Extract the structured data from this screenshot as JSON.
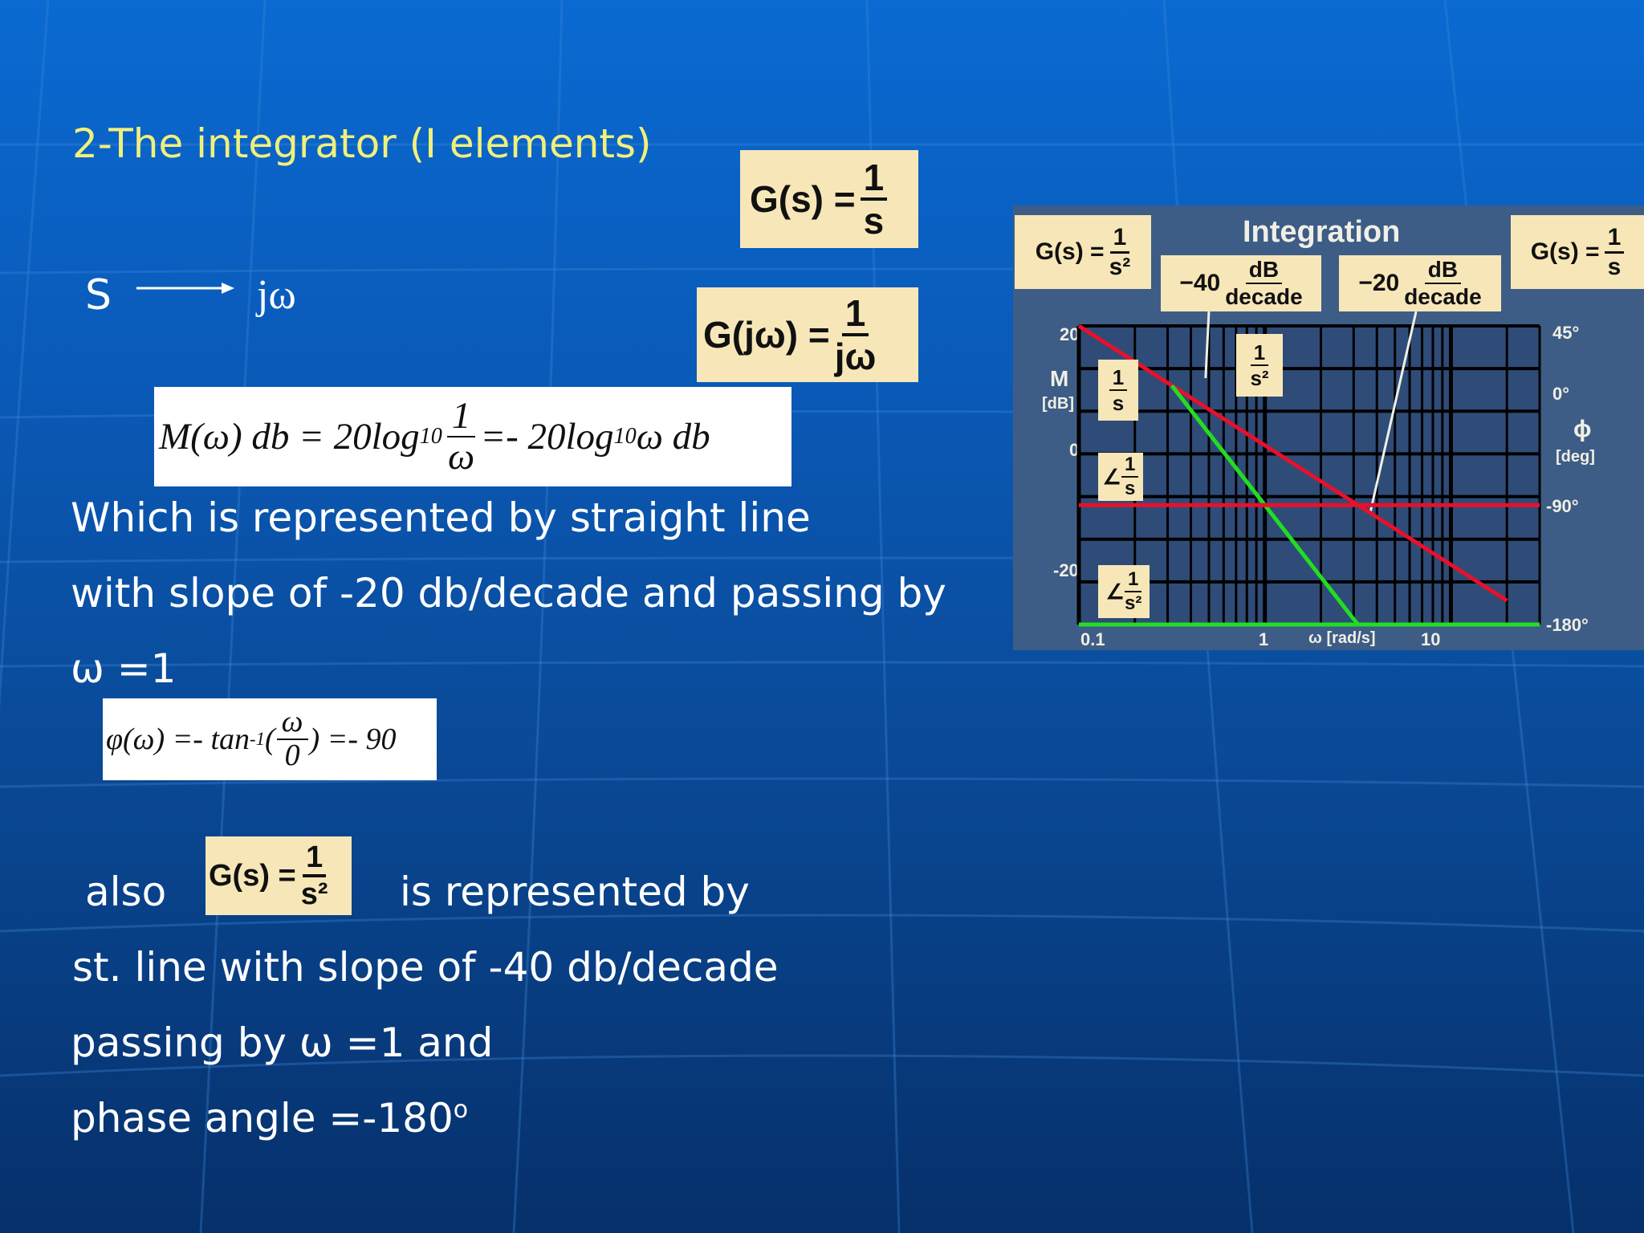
{
  "slide": {
    "title": "2-The integrator (I elements)",
    "map_s": "S",
    "map_jw": "jω",
    "gs_formula": {
      "lhs": "G(s) =",
      "num": "1",
      "den": "s"
    },
    "gjw_formula": {
      "lhs": "G(jω) =",
      "num": "1",
      "den": "jω"
    },
    "magnitude_formula": {
      "lhs": "M(ω) db = 20log",
      "sub": "10",
      "frac_num": "1",
      "frac_den": "ω",
      "mid": " =- 20log",
      "sub2": "10",
      "rhs": " ω  db"
    },
    "line1": "Which  is represented by straight line",
    "line2": "with slope of -20 db/decade and passing by",
    "line3": "ω =1",
    "phase_formula": {
      "lhs": "φ(ω) =- tan",
      "sup": "-1",
      "open": "(",
      "frac_num": "ω",
      "frac_den": "0",
      "rhs": ") =- 90"
    },
    "also_word": "also",
    "gs2_formula": {
      "lhs": "G(s) =",
      "num": "1",
      "den": "s²"
    },
    "also_rest": "is represented by",
    "line4": " st. line with slope  of -40 db/decade",
    "line5": "passing by ω =1 and",
    "line6_text": "phase angle =-180",
    "line6_sup": "o"
  },
  "bode": {
    "title": "Integration",
    "left_box": {
      "lhs": "G(s) =",
      "num": "1",
      "den": "s²"
    },
    "right_box": {
      "lhs": "G(s) =",
      "num": "1",
      "den": "s"
    },
    "slope40": {
      "value": "−40",
      "num": "dB",
      "den": "decade"
    },
    "slope20": {
      "value": "−20",
      "num": "dB",
      "den": "decade"
    },
    "m_label": "M",
    "m_unit": "[dB]",
    "phi_label": "ϕ",
    "phi_unit": "[deg]",
    "mag_ticks": [
      "20",
      "0",
      "-20"
    ],
    "phase_ticks": [
      "45°",
      "0°",
      "-90°",
      "-180°"
    ],
    "x_ticks": [
      "0.1",
      "1",
      "10"
    ],
    "x_label": "ω [rad/s]",
    "tag_mag_s": {
      "num": "1",
      "den": "s"
    },
    "tag_mag_s2": {
      "num": "1",
      "den": "s²"
    },
    "tag_phase_s": {
      "num": "1",
      "den": "s"
    },
    "tag_phase_s2": {
      "num": "1",
      "den": "s²"
    },
    "colors": {
      "grid_bg": "#2f4c78",
      "magnitude_1s": "#e8102a",
      "magnitude_1s2": "#22dd22",
      "phase_1s": "#e8102a",
      "phase_1s2": "#22dd22"
    }
  },
  "chart_data": {
    "type": "line",
    "title": "Integration",
    "xlabel": "ω [rad/s]",
    "ylabel": "M [dB]",
    "y2label": "ϕ [deg]",
    "xscale": "log",
    "xlim": [
      0.1,
      30
    ],
    "ylim": [
      -30,
      20
    ],
    "y2lim": [
      -180,
      45
    ],
    "series": [
      {
        "axis": "magnitude",
        "x": [
          0.1,
          20
        ],
        "y": [
          20,
          -26
        ]
      },
      {
        "axis": "magnitude",
        "x": [
          0.316,
          3.16
        ],
        "y": [
          10,
          -30
        ]
      },
      {
        "axis": "phase",
        "x": [
          0.1,
          30
        ],
        "y": [
          -90,
          -90
        ]
      },
      {
        "axis": "phase",
        "x": [
          0.1,
          30
        ],
        "y": [
          -180,
          -180
        ]
      }
    ]
  }
}
